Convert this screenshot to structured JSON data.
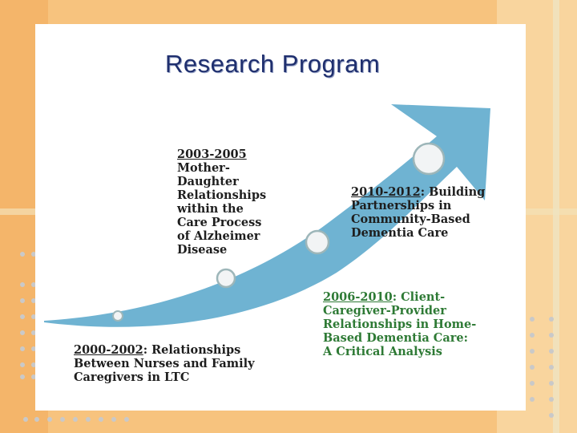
{
  "slide": {
    "title": "Research Program"
  },
  "milestones": [
    {
      "years": "2000-2002",
      "text": ": Relationships Between Nurses and Family Caregivers in LTC",
      "color": "#1e1e1e"
    },
    {
      "years": "2003-2005",
      "text": " Mother-Daughter Relationships within the Care Process of Alzheimer Disease",
      "color": "#1e1e1e"
    },
    {
      "years": "2006-2010",
      "text": ": Client-Caregiver-Provider Relationships in Home-Based Dementia Care: A Critical Analysis",
      "color": "#2e7a35"
    },
    {
      "years": "2010-2012",
      "text": ": Building Partnerships in Community-Based Dementia Care",
      "color": "#1e1e1e"
    }
  ],
  "colors": {
    "arrow": "#6fb3d2",
    "title": "#1f2f6e",
    "background": "#f6c07a",
    "accent_green": "#2e7a35"
  }
}
